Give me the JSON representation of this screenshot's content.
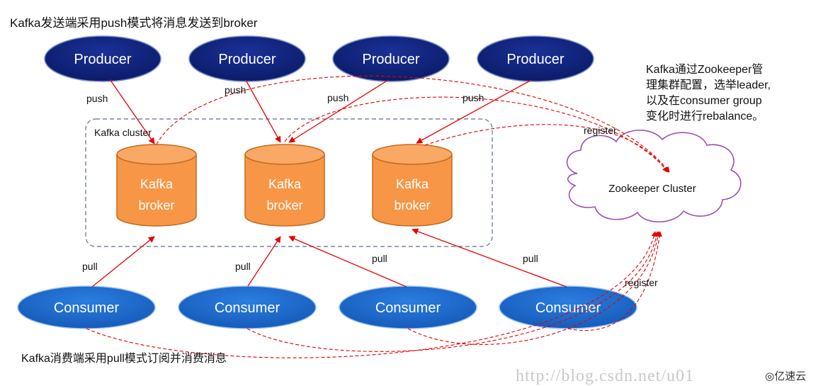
{
  "captions": {
    "top": "Kafka发送端采用push模式将消息发送到broker",
    "bottom": "Kafka消费端采用pull模式订阅并消费消息",
    "zookeeper_note": [
      "Kafka通过Zookeeper管",
      "理集群配置，选举leader,",
      "以及在consumer group",
      "变化时进行rebalance。"
    ]
  },
  "producers": [
    "Producer",
    "Producer",
    "Producer",
    "Producer"
  ],
  "cluster": {
    "label": "Kafka cluster",
    "brokers": [
      {
        "line1": "Kafka",
        "line2": "broker"
      },
      {
        "line1": "Kafka",
        "line2": "broker"
      },
      {
        "line1": "Kafka",
        "line2": "broker"
      }
    ]
  },
  "consumers": [
    "Consumer",
    "Consumer",
    "Consumer",
    "Consumer"
  ],
  "zookeeper": {
    "label": "Zookeeper Cluster"
  },
  "edge_labels": {
    "push": "push",
    "pull": "pull",
    "register": "register"
  },
  "watermark": "http://blog.csdn.net/u01",
  "brand": {
    "logo": "◎",
    "text": "亿速云"
  },
  "colors": {
    "producer_fill": "#0c1f7a",
    "consumer_fill": "#1f6bd0",
    "broker_fill": "#f79646",
    "broker_stroke": "#c46a1c",
    "arrow": "#e60000",
    "cluster_border": "#5a6e8c"
  }
}
